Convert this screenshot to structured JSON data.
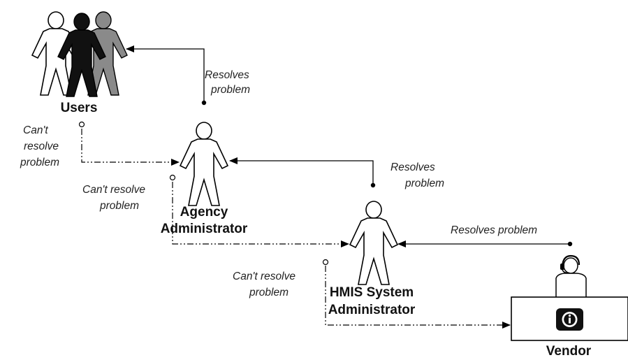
{
  "actors": {
    "users": "Users",
    "agency_line1": "Agency",
    "agency_line2": "Administrator",
    "hmis_line1": "HMIS System",
    "hmis_line2": "Administrator",
    "vendor": "Vendor"
  },
  "edges": {
    "agency_to_users": [
      "Resolves",
      "problem"
    ],
    "users_to_agency": [
      "Can't",
      "resolve",
      "problem"
    ],
    "hmis_to_agency": [
      "Resolves",
      "problem"
    ],
    "agency_to_hmis": [
      "Can't resolve",
      "problem"
    ],
    "vendor_to_hmis": "Resolves problem",
    "hmis_to_vendor": [
      "Can't resolve",
      "problem"
    ]
  },
  "icons": {
    "users": "user-group-icon",
    "agency": "person-icon",
    "hmis": "person-icon",
    "vendor": "support-agent-icon",
    "info": "info-icon"
  }
}
